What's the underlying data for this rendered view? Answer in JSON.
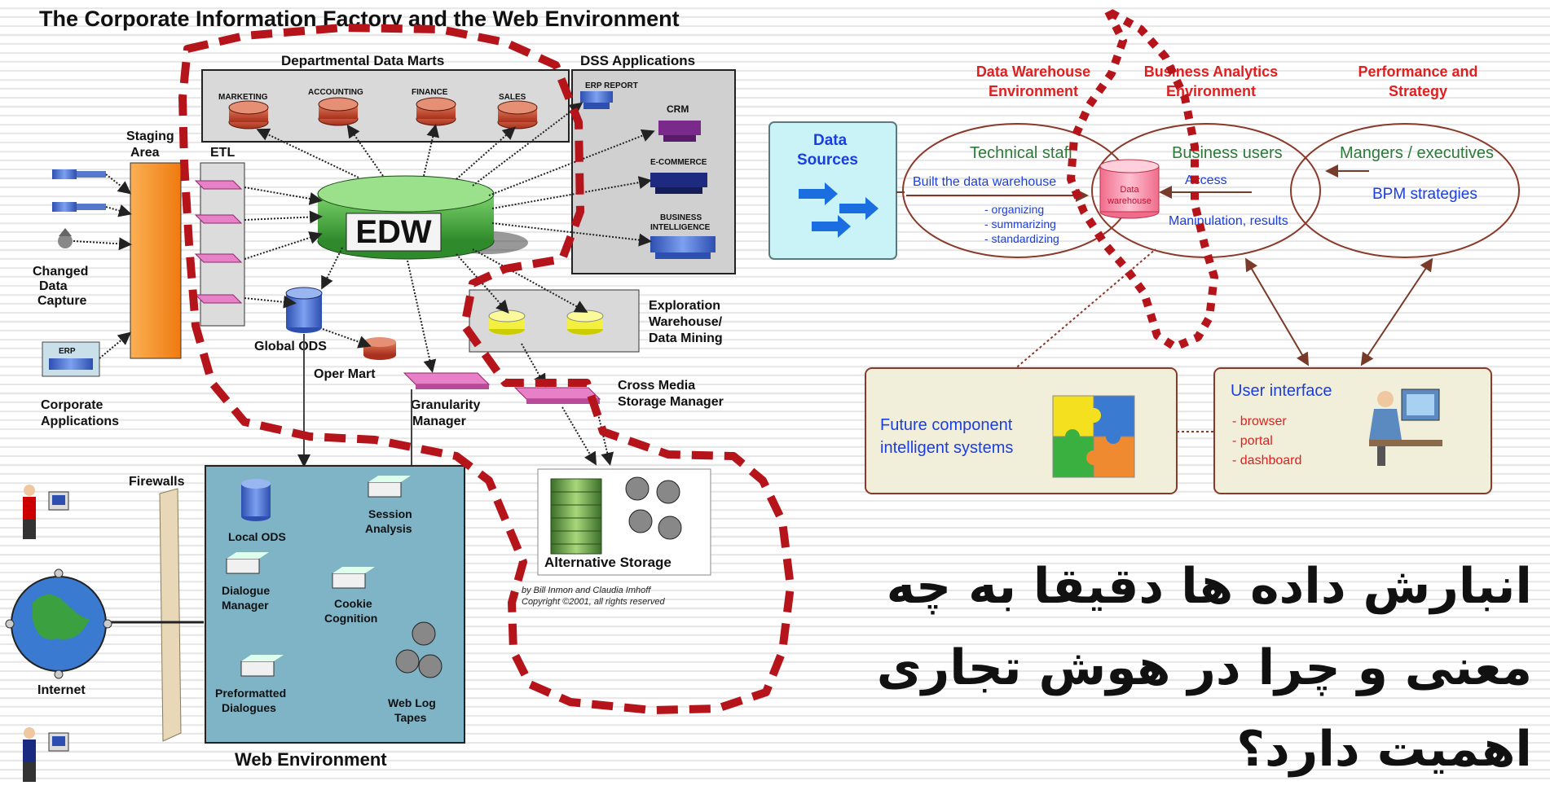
{
  "cif": {
    "title": "The Corporate Information Factory and the Web Environment",
    "departmental_data_marts": "Departmental Data Marts",
    "marts": [
      "MARKETING",
      "ACCOUNTING",
      "FINANCE",
      "SALES"
    ],
    "dss_applications": "DSS Applications",
    "dss_items": [
      "ERP REPORT",
      "CRM",
      "E-COMMERCE",
      "BUSINESS INTELLIGENCE"
    ],
    "staging_area": "Staging Area",
    "etl": "ETL",
    "edw": "EDW",
    "changed_data_capture": "Changed Data Capture",
    "erp": "ERP",
    "corporate_applications": "Corporate Applications",
    "global_ods": "Global ODS",
    "oper_mart": "Oper Mart",
    "exploration_warehouse": "Exploration Warehouse/ Data Mining",
    "granularity_manager": "Granularity Manager",
    "cross_media": "Cross Media Storage Manager",
    "firewalls": "Firewalls",
    "internet": "Internet",
    "alternative_storage": "Alternative Storage",
    "copyright": "by Bill Inmon and Claudia Imhoff Copyright ©2001, all rights reserved",
    "web_environment": "Web Environment",
    "web_items": [
      "Local ODS",
      "Session Analysis",
      "Dialogue Manager",
      "Cookie Cognition",
      "Preformatted Dialogues",
      "Web Log Tapes"
    ]
  },
  "dw": {
    "data_sources": "Data Sources",
    "col1_title": "Data Warehouse Environment",
    "col2_title": "Business Analytics Environment",
    "col3_title": "Performance and Strategy",
    "technical_staff": "Technical staff",
    "built": "Built the data warehouse",
    "built_items": [
      "- organizing",
      "- summarizing",
      "- standardizing"
    ],
    "data_warehouse": "Data warehouse",
    "business_users": "Business users",
    "access": "Access",
    "manipulation": "Manipulation, results",
    "managers": "Mangers / executives",
    "bpm": "BPM strategies",
    "future": "Future component intelligent systems",
    "user_interface": "User interface",
    "ui_items": [
      "- browser",
      "- portal",
      "- dashboard"
    ]
  },
  "question_lines": [
    "انبارش داده ها دقیقا به چه",
    "معنی و چرا در هوش تجاری",
    "اهمیت دارد؟"
  ],
  "colors": {
    "red_dash": "#b5141b",
    "dw_red": "#e02020",
    "dw_blue": "#1a3ee0",
    "dw_green": "#2c7a3a",
    "ellipse": "#8a3a2a",
    "box_bg": "#f1efd9",
    "teal": "#7fb3c6",
    "orange": "#f7941d"
  }
}
